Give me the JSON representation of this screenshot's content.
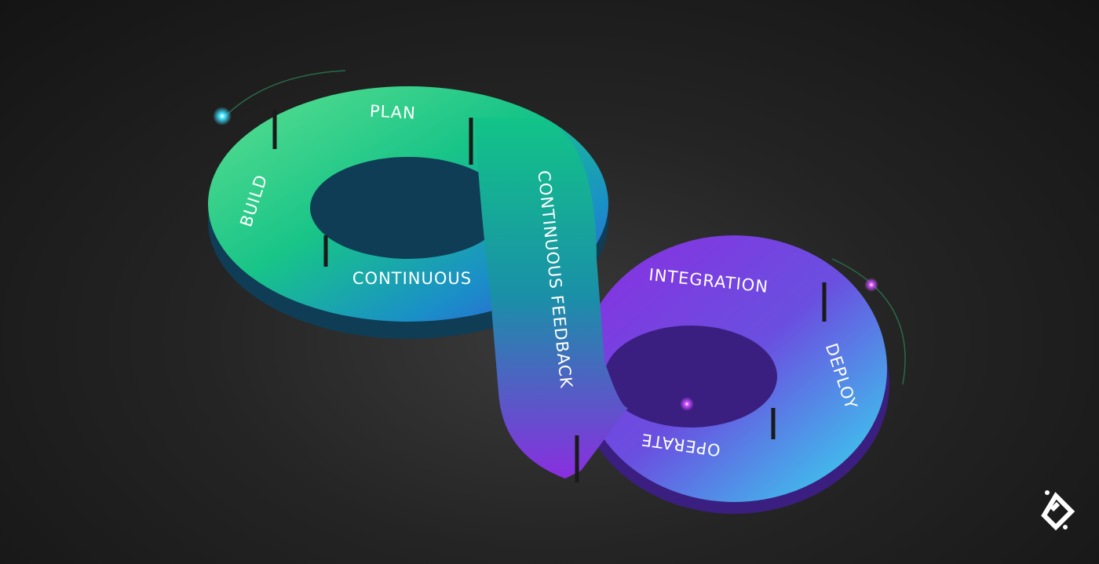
{
  "diagram": {
    "stages": {
      "plan": "PLAN",
      "build": "BUILD",
      "continuous": "CONTINUOUS",
      "continuous_feedback": "CONTINUOUS FEEDBACK",
      "integration": "INTEGRATION",
      "deploy": "DEPLOY",
      "operate": "OPERATE"
    },
    "colors": {
      "green": "#2fd089",
      "teal": "#1aa7a0",
      "blue": "#2d6fd6",
      "purple": "#8a2ee0",
      "cyan": "#33d8f0"
    }
  },
  "logo": {
    "icon": "brand-diamond-logo-icon"
  }
}
